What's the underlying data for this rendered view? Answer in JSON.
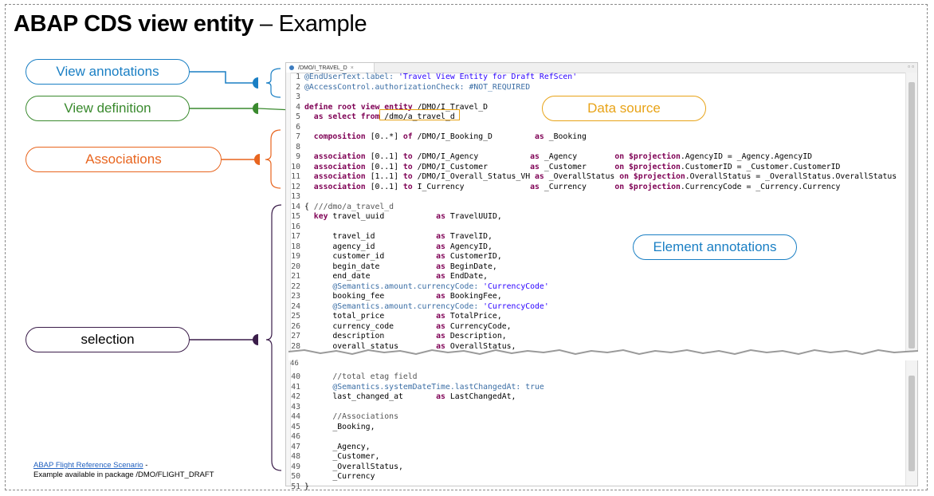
{
  "title": {
    "bold": "ABAP CDS view entity",
    "dash": " – ",
    "rest": "Example"
  },
  "callouts": {
    "view_annotations": "View annotations",
    "view_definition": "View definition",
    "associations": "Associations",
    "selection": "selection",
    "data_source": "Data source",
    "element_annotations": "Element annotations"
  },
  "colors": {
    "view_annotations": "#1a7fc4",
    "view_definition": "#3a8a2e",
    "associations": "#e8651f",
    "selection": "#3b1d4a",
    "data_source": "#e8a317",
    "element_annotations": "#1a7fc4"
  },
  "editor": {
    "tab_label": "/DMO/I_TRAVEL_D",
    "tab_close": "×",
    "window_controls": "▫ ▫",
    "tear_line_number": "46"
  },
  "code_lines": [
    {
      "n": "1",
      "parts": [
        {
          "c": "an",
          "t": "@EndUserText.label: "
        },
        {
          "c": "str",
          "t": "'Travel View Entity for Draft RefScen'"
        }
      ]
    },
    {
      "n": "2",
      "parts": [
        {
          "c": "an",
          "t": "@AccessControl.authorizationCheck: #NOT_REQUIRED"
        }
      ]
    },
    {
      "n": "3",
      "parts": []
    },
    {
      "n": "4",
      "parts": [
        {
          "c": "kw",
          "t": "define root view entity"
        },
        {
          "c": "",
          "t": " /DMO/I_Travel_D"
        }
      ]
    },
    {
      "n": "5",
      "parts": [
        {
          "c": "",
          "t": "  "
        },
        {
          "c": "kw",
          "t": "as select from"
        },
        {
          "c": "",
          "t": " /dmo/a_travel_d"
        }
      ]
    },
    {
      "n": "6",
      "parts": []
    },
    {
      "n": "7",
      "parts": [
        {
          "c": "",
          "t": "  "
        },
        {
          "c": "kw",
          "t": "composition"
        },
        {
          "c": "",
          "t": " [0..*] "
        },
        {
          "c": "kw",
          "t": "of"
        },
        {
          "c": "",
          "t": " /DMO/I_Booking_D         "
        },
        {
          "c": "kw",
          "t": "as"
        },
        {
          "c": "",
          "t": " _Booking"
        }
      ]
    },
    {
      "n": "8",
      "parts": []
    },
    {
      "n": "9",
      "parts": [
        {
          "c": "",
          "t": "  "
        },
        {
          "c": "kw",
          "t": "association"
        },
        {
          "c": "",
          "t": " [0..1] "
        },
        {
          "c": "kw",
          "t": "to"
        },
        {
          "c": "",
          "t": " /DMO/I_Agency           "
        },
        {
          "c": "kw",
          "t": "as"
        },
        {
          "c": "",
          "t": " _Agency        "
        },
        {
          "c": "kw",
          "t": "on $projection"
        },
        {
          "c": "",
          "t": ".AgencyID = _Agency.AgencyID"
        }
      ]
    },
    {
      "n": "10",
      "parts": [
        {
          "c": "",
          "t": "  "
        },
        {
          "c": "kw",
          "t": "association"
        },
        {
          "c": "",
          "t": " [0..1] "
        },
        {
          "c": "kw",
          "t": "to"
        },
        {
          "c": "",
          "t": " /DMO/I_Customer         "
        },
        {
          "c": "kw",
          "t": "as"
        },
        {
          "c": "",
          "t": " _Customer      "
        },
        {
          "c": "kw",
          "t": "on $projection"
        },
        {
          "c": "",
          "t": ".CustomerID = _Customer.CustomerID"
        }
      ]
    },
    {
      "n": "11",
      "parts": [
        {
          "c": "",
          "t": "  "
        },
        {
          "c": "kw",
          "t": "association"
        },
        {
          "c": "",
          "t": " [1..1] "
        },
        {
          "c": "kw",
          "t": "to"
        },
        {
          "c": "",
          "t": " /DMO/I_Overall_Status_VH "
        },
        {
          "c": "kw",
          "t": "as"
        },
        {
          "c": "",
          "t": " _OverallStatus "
        },
        {
          "c": "kw",
          "t": "on $projection"
        },
        {
          "c": "",
          "t": ".OverallStatus = _OverallStatus.OverallStatus"
        }
      ]
    },
    {
      "n": "12",
      "parts": [
        {
          "c": "",
          "t": "  "
        },
        {
          "c": "kw",
          "t": "association"
        },
        {
          "c": "",
          "t": " [0..1] "
        },
        {
          "c": "kw",
          "t": "to"
        },
        {
          "c": "",
          "t": " I_Currency              "
        },
        {
          "c": "kw",
          "t": "as"
        },
        {
          "c": "",
          "t": " _Currency      "
        },
        {
          "c": "kw",
          "t": "on $projection"
        },
        {
          "c": "",
          "t": ".CurrencyCode = _Currency.Currency"
        }
      ]
    },
    {
      "n": "13",
      "parts": []
    },
    {
      "n": "14",
      "parts": [
        {
          "c": "",
          "t": "{ "
        },
        {
          "c": "cm",
          "t": "///dmo/a_travel_d"
        }
      ]
    },
    {
      "n": "15",
      "parts": [
        {
          "c": "",
          "t": "  "
        },
        {
          "c": "kw",
          "t": "key"
        },
        {
          "c": "",
          "t": " travel_uuid           "
        },
        {
          "c": "kw",
          "t": "as"
        },
        {
          "c": "",
          "t": " TravelUUID,"
        }
      ]
    },
    {
      "n": "16",
      "parts": []
    },
    {
      "n": "17",
      "parts": [
        {
          "c": "",
          "t": "      travel_id             "
        },
        {
          "c": "kw",
          "t": "as"
        },
        {
          "c": "",
          "t": " TravelID,"
        }
      ]
    },
    {
      "n": "18",
      "parts": [
        {
          "c": "",
          "t": "      agency_id             "
        },
        {
          "c": "kw",
          "t": "as"
        },
        {
          "c": "",
          "t": " AgencyID,"
        }
      ]
    },
    {
      "n": "19",
      "parts": [
        {
          "c": "",
          "t": "      customer_id           "
        },
        {
          "c": "kw",
          "t": "as"
        },
        {
          "c": "",
          "t": " CustomerID,"
        }
      ]
    },
    {
      "n": "20",
      "parts": [
        {
          "c": "",
          "t": "      begin_date            "
        },
        {
          "c": "kw",
          "t": "as"
        },
        {
          "c": "",
          "t": " BeginDate,"
        }
      ]
    },
    {
      "n": "21",
      "parts": [
        {
          "c": "",
          "t": "      end_date              "
        },
        {
          "c": "kw",
          "t": "as"
        },
        {
          "c": "",
          "t": " EndDate,"
        }
      ]
    },
    {
      "n": "22",
      "parts": [
        {
          "c": "",
          "t": "      "
        },
        {
          "c": "an",
          "t": "@Semantics.amount.currencyCode: "
        },
        {
          "c": "str",
          "t": "'CurrencyCode'"
        }
      ]
    },
    {
      "n": "23",
      "parts": [
        {
          "c": "",
          "t": "      booking_fee           "
        },
        {
          "c": "kw",
          "t": "as"
        },
        {
          "c": "",
          "t": " BookingFee,"
        }
      ]
    },
    {
      "n": "24",
      "parts": [
        {
          "c": "",
          "t": "      "
        },
        {
          "c": "an",
          "t": "@Semantics.amount.currencyCode: "
        },
        {
          "c": "str",
          "t": "'CurrencyCode'"
        }
      ]
    },
    {
      "n": "25",
      "parts": [
        {
          "c": "",
          "t": "      total_price           "
        },
        {
          "c": "kw",
          "t": "as"
        },
        {
          "c": "",
          "t": " TotalPrice,"
        }
      ]
    },
    {
      "n": "26",
      "parts": [
        {
          "c": "",
          "t": "      currency_code         "
        },
        {
          "c": "kw",
          "t": "as"
        },
        {
          "c": "",
          "t": " CurrencyCode,"
        }
      ]
    },
    {
      "n": "27",
      "parts": [
        {
          "c": "",
          "t": "      description           "
        },
        {
          "c": "kw",
          "t": "as"
        },
        {
          "c": "",
          "t": " Description,"
        }
      ]
    },
    {
      "n": "28",
      "parts": [
        {
          "c": "",
          "t": "      overall_status        "
        },
        {
          "c": "kw",
          "t": "as"
        },
        {
          "c": "",
          "t": " OverallStatus,"
        }
      ]
    },
    {
      "n": "40",
      "parts": [
        {
          "c": "",
          "t": "      "
        },
        {
          "c": "cm",
          "t": "//total etag field"
        }
      ]
    },
    {
      "n": "41",
      "parts": [
        {
          "c": "",
          "t": "      "
        },
        {
          "c": "an",
          "t": "@Semantics.systemDateTime.lastChangedAt: true"
        }
      ]
    },
    {
      "n": "42",
      "parts": [
        {
          "c": "",
          "t": "      last_changed_at       "
        },
        {
          "c": "kw",
          "t": "as"
        },
        {
          "c": "",
          "t": " LastChangedAt,"
        }
      ]
    },
    {
      "n": "43",
      "parts": []
    },
    {
      "n": "44",
      "parts": [
        {
          "c": "",
          "t": "      "
        },
        {
          "c": "cm",
          "t": "//Associations"
        }
      ]
    },
    {
      "n": "45",
      "parts": [
        {
          "c": "",
          "t": "      _Booking,"
        }
      ]
    },
    {
      "n": "46",
      "parts": []
    },
    {
      "n": "47",
      "parts": [
        {
          "c": "",
          "t": "      _Agency,"
        }
      ]
    },
    {
      "n": "48",
      "parts": [
        {
          "c": "",
          "t": "      _Customer,"
        }
      ]
    },
    {
      "n": "49",
      "parts": [
        {
          "c": "",
          "t": "      _OverallStatus,"
        }
      ]
    },
    {
      "n": "50",
      "parts": [
        {
          "c": "",
          "t": "      _Currency"
        }
      ]
    },
    {
      "n": "51",
      "parts": [
        {
          "c": "",
          "t": "}"
        }
      ]
    }
  ],
  "footer": {
    "link": "ABAP Flight Reference Scenario",
    "link_suffix": " -",
    "line2": "Example available in package /DMO/FLIGHT_DRAFT"
  }
}
